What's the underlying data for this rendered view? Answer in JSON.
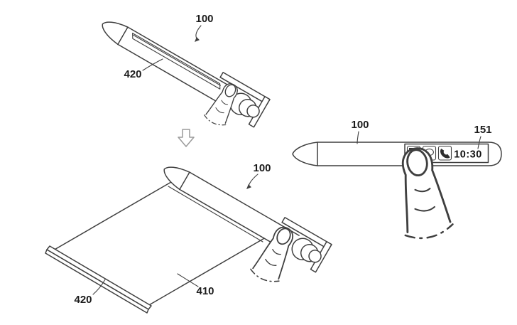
{
  "drawing": {
    "type": "patent-figure",
    "subject": "stylus pen with rollable flexible display",
    "colors": {
      "background": "#ffffff",
      "line": "#3f3f3f",
      "label": "#1b1b1b",
      "transition_arrow": "#9a9a9a"
    }
  },
  "figures": {
    "closed_pen": {
      "ref_label": "100",
      "slot_label": "420"
    },
    "unrolled_pen": {
      "ref_label": "100",
      "display_label": "410",
      "edge_bar_label": "420"
    },
    "side_pen": {
      "ref_label": "100",
      "display_label": "151",
      "status_display": {
        "time": "10:30",
        "icons": [
          "mail-icon",
          "chat-icon",
          "phone-icon"
        ]
      }
    }
  }
}
